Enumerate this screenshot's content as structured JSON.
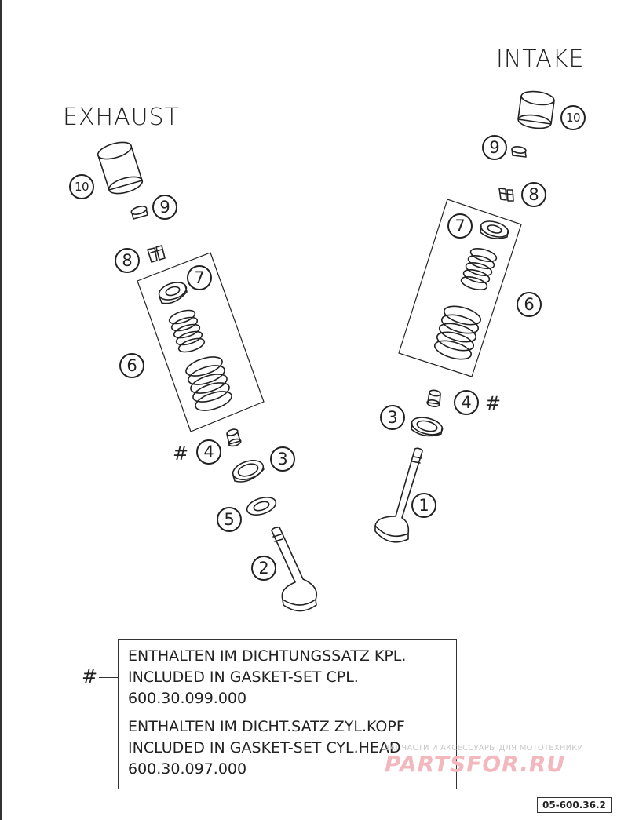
{
  "titles": {
    "exhaust": "EXHAUST",
    "intake": "INTAKE"
  },
  "callouts": {
    "exhaust": {
      "tappet": "10",
      "shim": "9",
      "keeper": "8",
      "retainer": "7",
      "springs": "6",
      "stem_seal": "4",
      "spring_seat": "3",
      "washer": "5",
      "valve": "2",
      "stem_seal_marker": "#"
    },
    "intake": {
      "tappet": "10",
      "shim": "9",
      "keeper": "8",
      "retainer": "7",
      "springs": "6",
      "stem_seal": "4",
      "spring_seat": "3",
      "valve": "1",
      "stem_seal_marker": "#"
    }
  },
  "note": {
    "marker": "#",
    "lines_1": [
      "ENTHALTEN IM DICHTUNGSSATZ KPL.",
      "INCLUDED IN GASKET-SET CPL.",
      "600.30.099.000"
    ],
    "lines_2": [
      "ENTHALTEN IM DICHT.SATZ ZYL.KOPF",
      "INCLUDED IN GASKET-SET CYL.HEAD",
      "600.30.097.000"
    ]
  },
  "watermark": {
    "tagline": "ЗАПЧАСТИ И АКСЕССУАРЫ ДЛЯ МОТОТЕХНИКИ",
    "brand": "PARTSFOR.RU"
  },
  "reference_code": "05-600.36.2"
}
